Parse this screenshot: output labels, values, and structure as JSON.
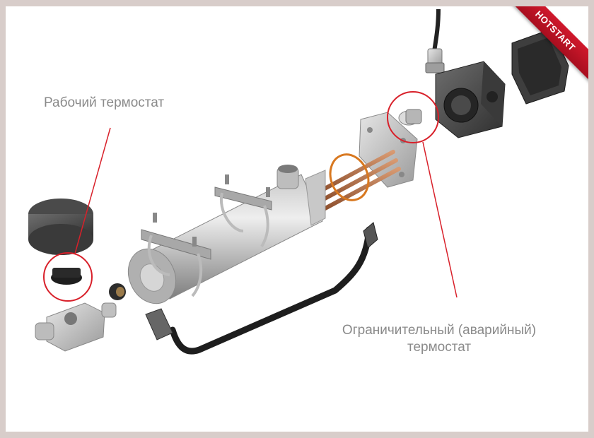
{
  "labels": {
    "working_thermostat": "Рабочий термостат",
    "limit_thermostat_line1": "Ограничительный (аварийный)",
    "limit_thermostat_line2": "термостат"
  },
  "brand": {
    "ribbon_text": "HOTSTART",
    "ribbon_color": "#c8102e"
  },
  "colors": {
    "highlight_circle": "#d8202a",
    "leader_line": "#d8202a",
    "label_text": "#8a8a8a",
    "background": "#ffffff",
    "border": "#d8cdca"
  }
}
